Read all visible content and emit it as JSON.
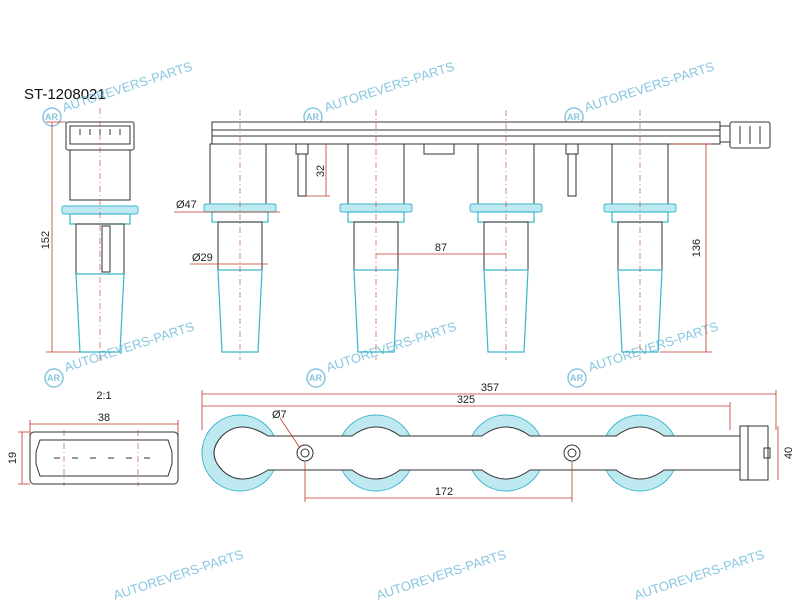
{
  "part_number": "ST-1208021",
  "watermark_text": "AUTOREVERS-PARTS",
  "watermark_logo": "AR",
  "scale_label": "2:1",
  "dimensions": {
    "d47": "Ø47",
    "d29": "Ø29",
    "d32": "32",
    "d87": "87",
    "d136": "136",
    "d152": "152",
    "d357": "357",
    "d325": "325",
    "d7": "Ø7",
    "d172": "172",
    "d40": "40",
    "d38": "38",
    "d19": "19"
  },
  "colors": {
    "outline": "#333333",
    "highlight": "#3ab6cc",
    "dimension": "#c0392b",
    "watermark": "#5fb3d6"
  }
}
